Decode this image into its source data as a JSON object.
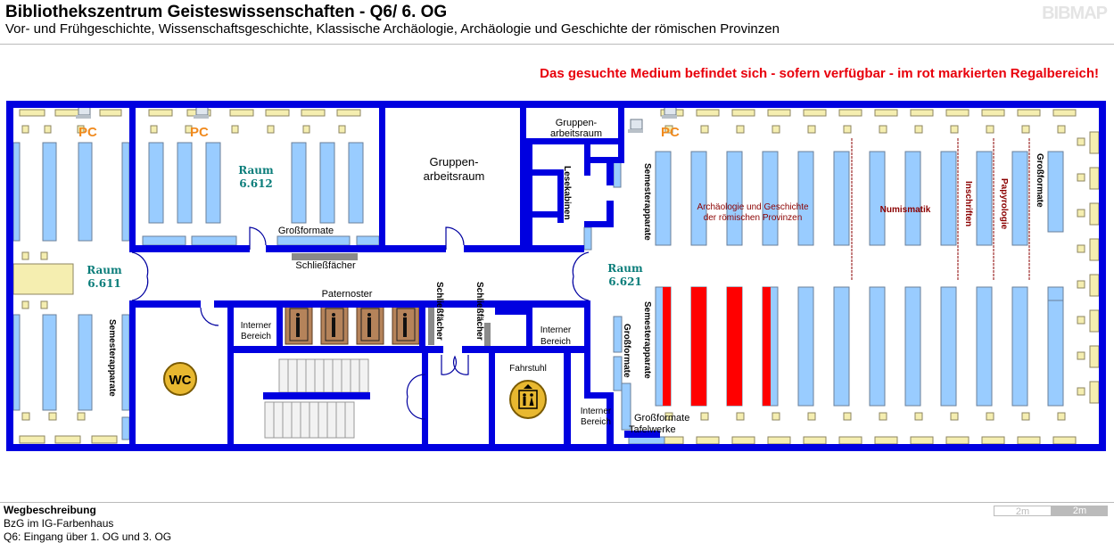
{
  "header": {
    "title": "Bibliothekszentrum Geisteswissenschaften - Q6/ 6. OG",
    "subtitle": "Vor- und Frühgeschichte, Wissenschaftsgeschichte, Klassische Archäologie, Archäologie und Geschichte der römischen Provinzen",
    "logo": "BIBMAP",
    "notice": "Das gesuchte Medium befindet sich - sofern verfügbar -  im rot markierten Regalbereich!"
  },
  "map": {
    "pc": "PC",
    "raum_6612": [
      "Raum",
      "6.612"
    ],
    "raum_6611": [
      "Raum",
      "6.611"
    ],
    "raum_6621": [
      "Raum",
      "6.621"
    ],
    "gruppen_big": [
      "Gruppen-",
      "arbeitsraum"
    ],
    "gruppen_small": [
      "Gruppen-",
      "arbeitsraum"
    ],
    "lesekabinen": "Lesekabinen",
    "grossformate": "Großformate",
    "schliessfaecher": "Schließfächer",
    "paternoster": "Paternoster",
    "interner": [
      "Interner",
      "Bereich"
    ],
    "wc": "WC",
    "fahrstuhl": "Fahrstuhl",
    "semesterapparate": "Semesterapparate",
    "archaeologie": [
      "Archäologie und Geschichte",
      "der römischen Provinzen"
    ],
    "numismatik": "Numismatik",
    "inschriften": "Inschriften",
    "papyrologie": "Papyrologie",
    "tafelwerke": "Tafelwerke",
    "colors": {
      "wall": "#0000e0",
      "shelf": "#99ccff",
      "highlight": "#ff0000",
      "table": "#f5eeb0"
    }
  },
  "footer": {
    "heading": "Wegbeschreibung",
    "line1": "BzG im IG-Farbenhaus",
    "line2": "Q6: Eingang über 1. OG und 3. OG",
    "scale": [
      "2m",
      "2m"
    ]
  }
}
